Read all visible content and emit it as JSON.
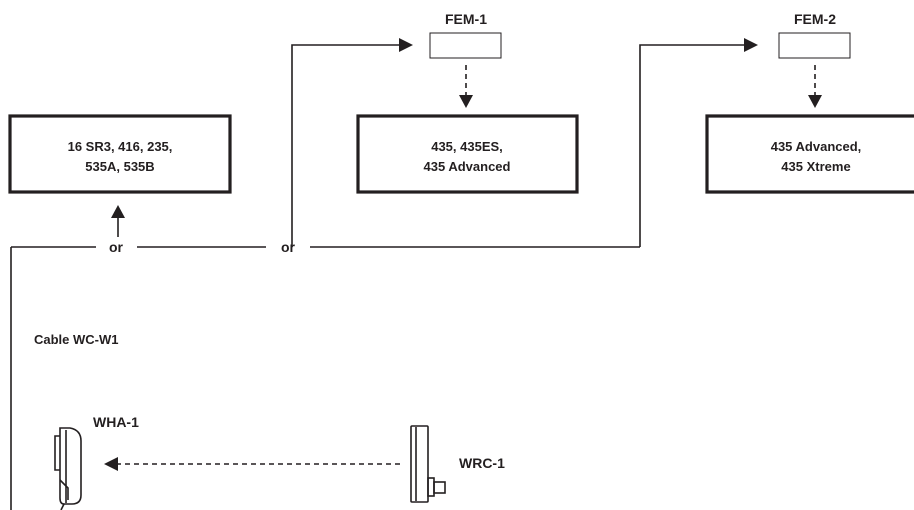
{
  "devices": {
    "fem1": "FEM-1",
    "fem2": "FEM-2",
    "wha1": "WHA-1",
    "wrc1": "WRC-1"
  },
  "boxes": {
    "group_a": [
      "16 SR3, 416, 235,",
      "535A, 535B"
    ],
    "group_b": [
      "435, 435ES,",
      "435 Advanced"
    ],
    "group_c": [
      "435 Advanced,",
      "435 Xtreme"
    ]
  },
  "connectors": {
    "or_1": "or",
    "or_2": "or",
    "cable": "Cable WC-W1"
  }
}
